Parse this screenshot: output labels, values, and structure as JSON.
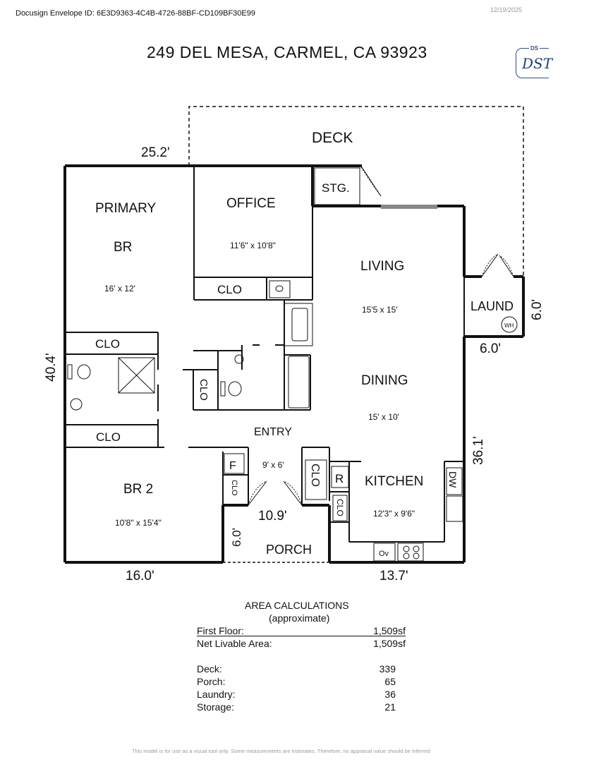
{
  "header": {
    "envelope_id": "Docusign Envelope ID: 6E3D9363-4C4B-4726-88BF-CD109BF30E99",
    "date": "12/19/2025",
    "title": "249 DEL MESA, CARMEL, CA  93923",
    "ds_label": "DS",
    "ds_initials": "DST"
  },
  "rooms": {
    "deck": "DECK",
    "primary_br_line1": "PRIMARY",
    "primary_br_line2": "BR",
    "primary_br_dims": "16' x 12'",
    "office": "OFFICE",
    "office_dims": "11'6\" x 10'8\"",
    "storage": "STG.",
    "living": "LIVING",
    "living_dims": "15'5 x 15'",
    "laundry": "LAUND",
    "water_heater": "WH",
    "dining": "DINING",
    "dining_dims": "15' x 10'",
    "entry": "ENTRY",
    "entry_dims": "9' x 6'",
    "kitchen": "KITCHEN",
    "kitchen_dims": "12'3\" x 9'6\"",
    "br2": "BR 2",
    "br2_dims": "10'8\" x 15'4\"",
    "porch": "PORCH",
    "clo": "CLO",
    "fireplace": "F",
    "fridge": "R",
    "dishwasher": "DW",
    "oven": "Ov"
  },
  "dimensions": {
    "top": "25.2'",
    "left": "40.4'",
    "laundry_side": "6.0'",
    "laundry_bottom": "6.0'",
    "right": "36.1'",
    "porch_width": "10.9'",
    "porch_depth": "6.0'",
    "bottom_left": "16.0'",
    "bottom_right": "13.7'"
  },
  "area_calculations": {
    "title": "AREA CALCULATIONS",
    "subtitle": "(approximate)",
    "first_floor_label": "First  Floor:",
    "first_floor_value": "1,509sf",
    "net_livable_label": "Net Livable Area:",
    "net_livable_value": "1,509sf",
    "deck_label": "Deck:",
    "deck_value": "339",
    "porch_label": "Porch:",
    "porch_value": "65",
    "laundry_label": "Laundry:",
    "laundry_value": "36",
    "storage_label": "Storage:",
    "storage_value": "21"
  },
  "footer": {
    "disclaimer": "This model is for use as a visual tool only. Some measurements are estimates. Therefore, no appraisal value should be inferred"
  }
}
